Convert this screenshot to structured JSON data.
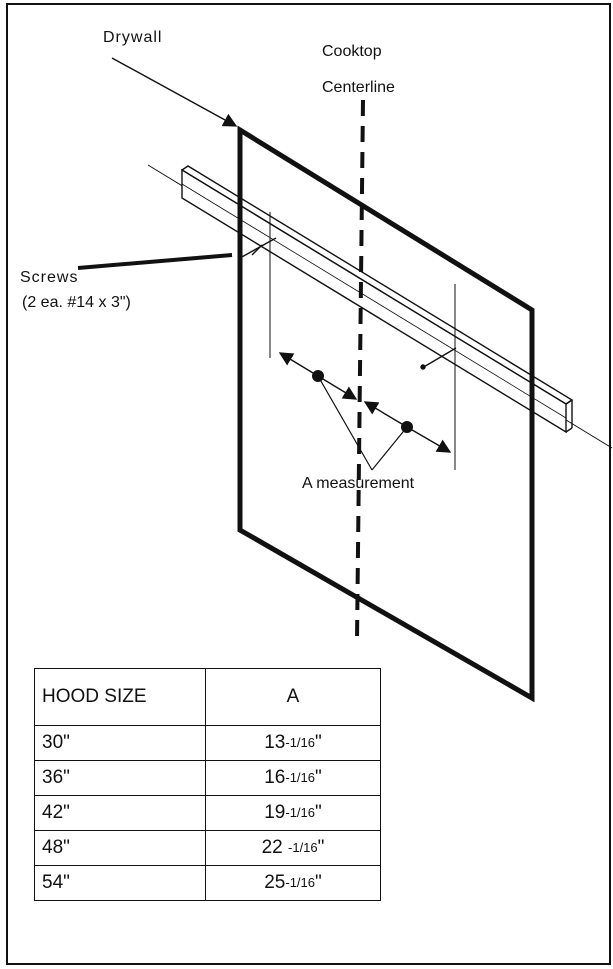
{
  "labels": {
    "drywall": "Drywall",
    "cooktop": "Cooktop",
    "centerline": "Centerline",
    "screws": "Screws",
    "screws_detail": "(2 ea. #14 x 3\")",
    "a_measurement": "A measurement"
  },
  "table": {
    "headers": [
      "HOOD SIZE",
      "A"
    ],
    "rows": [
      {
        "size": "30\"",
        "whole": "13",
        "frac": "-1/16",
        "inch": "\""
      },
      {
        "size": "36\"",
        "whole": "16",
        "frac": "-1/16",
        "inch": "\""
      },
      {
        "size": "42\"",
        "whole": "19",
        "frac": "-1/16",
        "inch": "\""
      },
      {
        "size": "48\"",
        "whole": "22 ",
        "frac": "-1/16",
        "inch": "\""
      },
      {
        "size": "54\"",
        "whole": "25",
        "frac": "-1/16",
        "inch": "\""
      }
    ]
  }
}
